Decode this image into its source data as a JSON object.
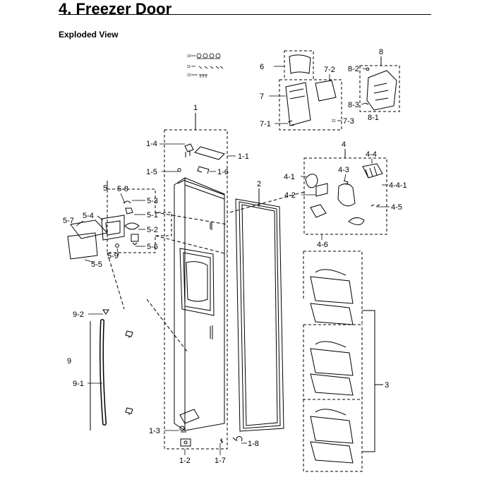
{
  "header": {
    "title": "4.  Freezer Door"
  },
  "section": {
    "title": "Exploded View"
  },
  "labels": {
    "l10": "10",
    "l11": "11",
    "l12": "12",
    "l1": "1",
    "l1_1": "1-1",
    "l1_2": "1-2",
    "l1_3": "1-3",
    "l1_4": "1-4",
    "l1_5": "1-5",
    "l1_6": "1-6",
    "l1_7": "1-7",
    "l1_8": "1-8",
    "l2": "2",
    "l3": "3",
    "l4": "4",
    "l4_1": "4-1",
    "l4_2": "4-2",
    "l4_3": "4-3",
    "l4_4": "4-4",
    "l4_4_1": "4-4-1",
    "l4_5": "4-5",
    "l4_6": "4-6",
    "l5": "5",
    "l5_1": "5-1",
    "l5_2": "5-2",
    "l5_3": "5-3",
    "l5_4": "5-4",
    "l5_5": "5-5",
    "l5_6": "5-6",
    "l5_7": "5-7",
    "l5_8": "5-8",
    "l5_9": "5-9",
    "l6": "6",
    "l7": "7",
    "l7_1": "7-1",
    "l7_2": "7-2",
    "l7_3": "7-3",
    "l22": "22",
    "l8": "8",
    "l8_1": "8-1",
    "l8_2": "8-2",
    "l8_3": "8-3",
    "l9": "9",
    "l9_1": "9-1",
    "l9_2": "9-2"
  }
}
